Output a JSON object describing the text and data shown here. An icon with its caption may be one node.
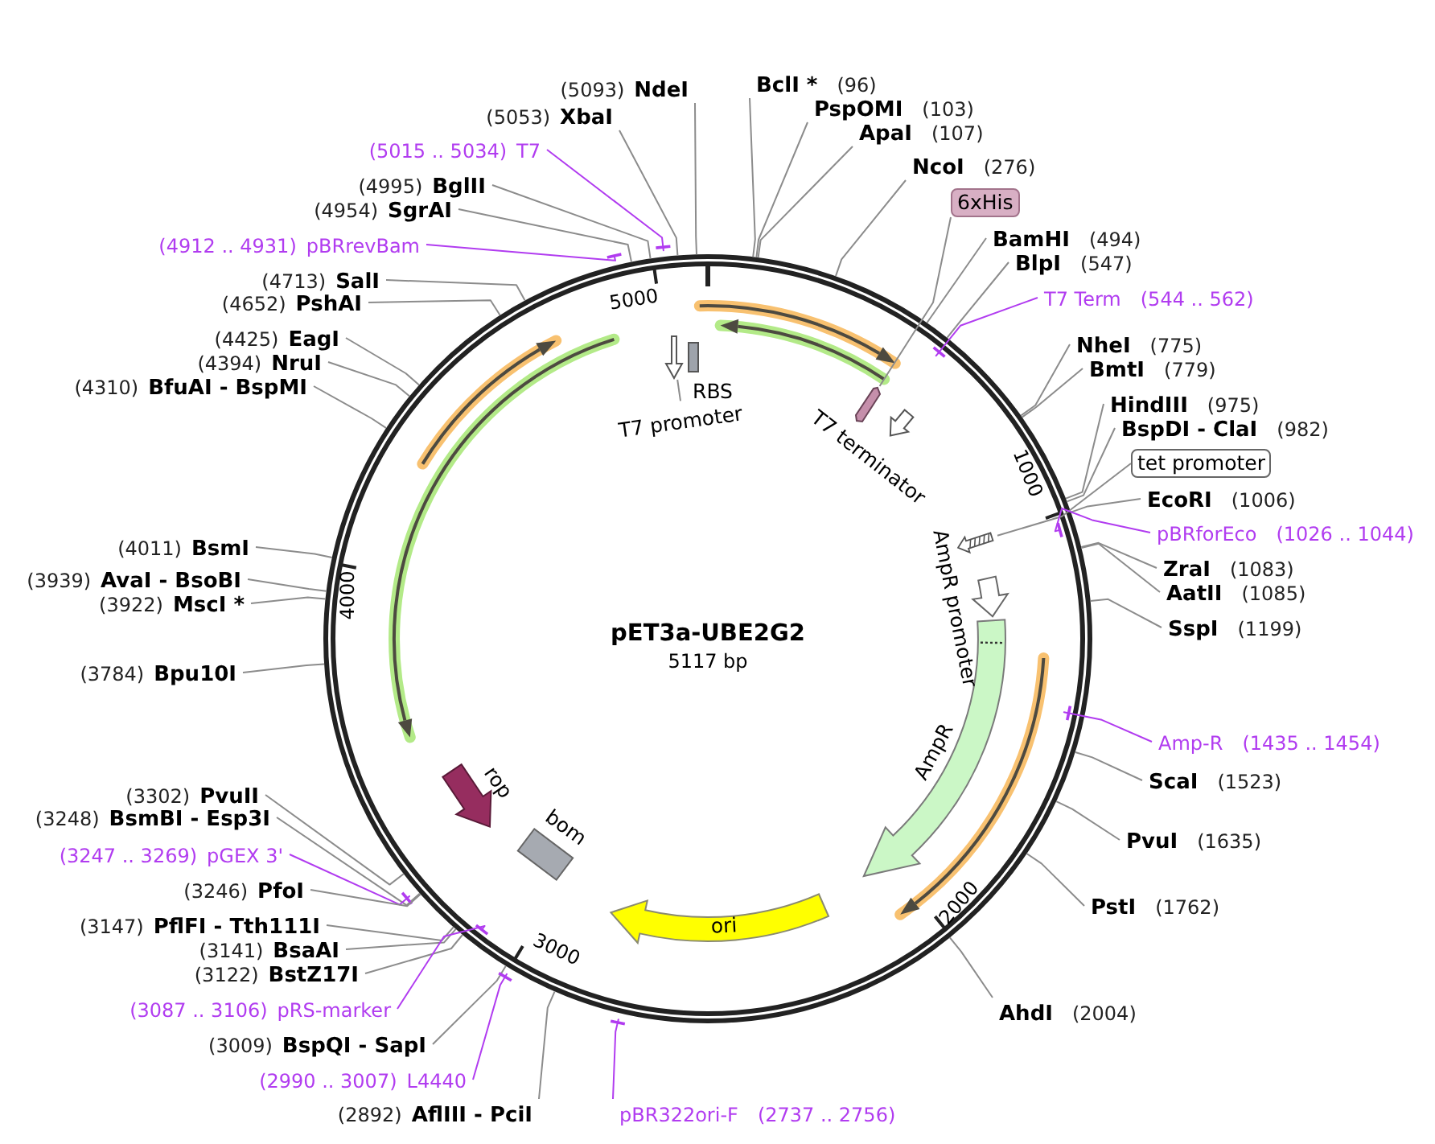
{
  "diagram": {
    "title": "pET3a-UBE2G2",
    "nodes": [
      {
        "text": [
          "(5093)",
          "NdeI"
        ]
      },
      {
        "text": [
          "(5053)",
          "XbaI"
        ]
      },
      {
        "text": [
          "(5015 .. 5034)",
          "T7"
        ]
      },
      {
        "text": [
          "(4995)",
          "BglII"
        ]
      },
      {
        "text": [
          "(4954)",
          "SgrAI"
        ]
      },
      {
        "text": [
          "(4912 .. 4931)",
          "pBRrevBam"
        ]
      },
      {
        "text": [
          "(4713)",
          "SalI"
        ]
      },
      {
        "text": [
          "(4652)",
          "PshAI"
        ]
      },
      {
        "text": [
          "(4425)",
          "EagI"
        ]
      },
      {
        "text": [
          "(4394)",
          "NruI"
        ]
      },
      {
        "text": [
          "(4310)",
          "BfuAI - BspMI"
        ]
      },
      {
        "text": [
          "(4011)",
          "BsmI"
        ]
      },
      {
        "text": [
          "(3939)",
          "AvaI - BsoBI"
        ]
      },
      {
        "text": [
          "(3922)",
          "MscI *"
        ]
      },
      {
        "text": [
          "(3784)",
          "Bpu10I"
        ]
      },
      {
        "text": [
          "(3302)",
          "PvuII"
        ]
      },
      {
        "text": [
          "(3248)",
          "BsmBI - Esp3I"
        ]
      },
      {
        "text": [
          "(3247 .. 3269)",
          "pGEX 3'"
        ]
      },
      {
        "text": [
          "(3246)",
          "PfoI"
        ]
      },
      {
        "text": [
          "(3147)",
          "PflFI - Tth111I"
        ]
      },
      {
        "text": [
          "(3141)",
          "BsaAI"
        ]
      },
      {
        "text": [
          "(3122)",
          "BstZ17I"
        ]
      },
      {
        "text": [
          "(3087 .. 3106)",
          "pRS-marker"
        ]
      },
      {
        "text": [
          "(3009)",
          "BspQI - SapI"
        ]
      },
      {
        "text": [
          "(2990 .. 3007)",
          "L4440"
        ]
      },
      {
        "text": [
          "(2892)",
          "AflIII - PciI"
        ]
      },
      {
        "text": [
          "pBR322ori-F",
          "(2737 .. 2756)"
        ]
      },
      {
        "text": [
          "BclI *",
          "(96)"
        ]
      },
      {
        "text": [
          "PspOMI",
          "(103)"
        ]
      },
      {
        "text": [
          "ApaI",
          "(107)"
        ]
      },
      {
        "text": [
          "NcoI",
          "(276)"
        ]
      },
      {
        "text": [
          "6xHis"
        ]
      },
      {
        "text": [
          "BamHI",
          "(494)"
        ]
      },
      {
        "text": [
          "BlpI",
          "(547)"
        ]
      },
      {
        "text": [
          "T7 Term",
          "(544 .. 562)"
        ]
      },
      {
        "text": [
          "NheI",
          "(775)"
        ]
      },
      {
        "text": [
          "BmtI",
          "(779)"
        ]
      },
      {
        "text": [
          "HindIII",
          "(975)"
        ]
      },
      {
        "text": [
          "BspDI - ClaI",
          "(982)"
        ]
      },
      {
        "text": [
          "tet promoter"
        ]
      },
      {
        "text": [
          "EcoRI",
          "(1006)"
        ]
      },
      {
        "text": [
          "pBRforEco",
          "(1026 .. 1044)"
        ]
      },
      {
        "text": [
          "ZraI",
          "(1083)"
        ]
      },
      {
        "text": [
          "AatII",
          "(1085)"
        ]
      },
      {
        "text": [
          "SspI",
          "(1199)"
        ]
      },
      {
        "text": [
          "Amp-R",
          "(1435 .. 1454)"
        ]
      },
      {
        "text": [
          "ScaI",
          "(1523)"
        ]
      },
      {
        "text": [
          "PvuI",
          "(1635)"
        ]
      },
      {
        "text": [
          "PstI",
          "(1762)"
        ]
      },
      {
        "text": [
          "AhdI",
          "(2004)"
        ]
      },
      {
        "text": [
          "T7 promoter"
        ]
      },
      {
        "text": [],
        "shape": "arrow"
      },
      {
        "text": [
          "RBS"
        ]
      },
      {
        "text": [],
        "shape": "bar"
      },
      {
        "text": [
          "T7 terminator"
        ]
      },
      {
        "text": [],
        "shape": "arrow"
      },
      {
        "text": [
          "AmpR promoter"
        ]
      },
      {
        "text": [
          "AmpR"
        ]
      },
      {
        "text": [
          "ori"
        ]
      },
      {
        "text": [
          "bom"
        ]
      },
      {
        "text": [
          "rop"
        ]
      }
    ],
    "edges": [
      {
        "from": 0,
        "to": null,
        "arrow": "none"
      },
      {
        "from": 1,
        "to": null,
        "arrow": "none"
      },
      {
        "from": 2,
        "to": null,
        "arrow": "other",
        "color": "#b13cf0"
      },
      {
        "from": 3,
        "to": null,
        "arrow": "none"
      },
      {
        "from": 4,
        "to": null,
        "arrow": "none"
      },
      {
        "from": 5,
        "to": null,
        "arrow": "other",
        "color": "#b13cf0"
      },
      {
        "from": 6,
        "to": null,
        "arrow": "none"
      },
      {
        "from": 7,
        "to": null,
        "arrow": "none"
      },
      {
        "from": 8,
        "to": null,
        "arrow": "none"
      },
      {
        "from": 9,
        "to": null,
        "arrow": "none"
      },
      {
        "from": 10,
        "to": null,
        "arrow": "none"
      },
      {
        "from": 11,
        "to": null,
        "arrow": "none"
      },
      {
        "from": 12,
        "to": null,
        "arrow": "none"
      },
      {
        "from": 13,
        "to": null,
        "arrow": "none"
      },
      {
        "from": 14,
        "to": null,
        "arrow": "none"
      },
      {
        "from": 15,
        "to": null,
        "arrow": "none"
      },
      {
        "from": 16,
        "to": null,
        "arrow": "none"
      },
      {
        "from": 17,
        "to": null,
        "arrow": "other",
        "color": "#b13cf0"
      },
      {
        "from": 18,
        "to": null,
        "arrow": "none"
      },
      {
        "from": 19,
        "to": null,
        "arrow": "none"
      },
      {
        "from": 20,
        "to": null,
        "arrow": "none"
      },
      {
        "from": 21,
        "to": null,
        "arrow": "none"
      },
      {
        "from": 22,
        "to": null,
        "arrow": "other",
        "color": "#b13cf0"
      },
      {
        "from": 23,
        "to": null,
        "arrow": "none"
      },
      {
        "from": 24,
        "to": null,
        "arrow": "other",
        "color": "#b13cf0"
      },
      {
        "from": 25,
        "to": null,
        "arrow": "none"
      },
      {
        "from": 26,
        "to": null,
        "arrow": "other",
        "color": "#b13cf0"
      },
      {
        "from": 27,
        "to": null,
        "arrow": "none"
      },
      {
        "from": 28,
        "to": null,
        "arrow": "none"
      },
      {
        "from": 29,
        "to": null,
        "arrow": "none"
      },
      {
        "from": 30,
        "to": null,
        "arrow": "none"
      },
      {
        "from": 31,
        "to": 53,
        "arrow": "none"
      },
      {
        "from": 32,
        "to": null,
        "arrow": "none"
      },
      {
        "from": 33,
        "to": null,
        "arrow": "none"
      },
      {
        "from": 34,
        "to": null,
        "arrow": "other",
        "color": "#b13cf0"
      },
      {
        "from": 35,
        "to": null,
        "arrow": "none"
      },
      {
        "from": 36,
        "to": null,
        "arrow": "none"
      },
      {
        "from": 37,
        "to": null,
        "arrow": "none"
      },
      {
        "from": 38,
        "to": null,
        "arrow": "none"
      },
      {
        "from": 39,
        "to": 55,
        "arrow": "none"
      },
      {
        "from": 40,
        "to": null,
        "arrow": "none"
      },
      {
        "from": 41,
        "to": null,
        "arrow": "other",
        "color": "#b13cf0"
      },
      {
        "from": 42,
        "to": null,
        "arrow": "none"
      },
      {
        "from": 43,
        "to": null,
        "arrow": "none"
      },
      {
        "from": 44,
        "to": null,
        "arrow": "none"
      },
      {
        "from": 45,
        "to": null,
        "arrow": "other",
        "color": "#b13cf0"
      },
      {
        "from": 46,
        "to": null,
        "arrow": "none"
      },
      {
        "from": 47,
        "to": null,
        "arrow": "none"
      },
      {
        "from": 48,
        "to": null,
        "arrow": "none"
      },
      {
        "from": 49,
        "to": null,
        "arrow": "none"
      },
      {
        "from": 50,
        "to": 51,
        "arrow": "none"
      }
    ],
    "labels": [
      "5000",
      "1000",
      "4000",
      "5117 bp",
      "2000",
      "3000"
    ]
  }
}
